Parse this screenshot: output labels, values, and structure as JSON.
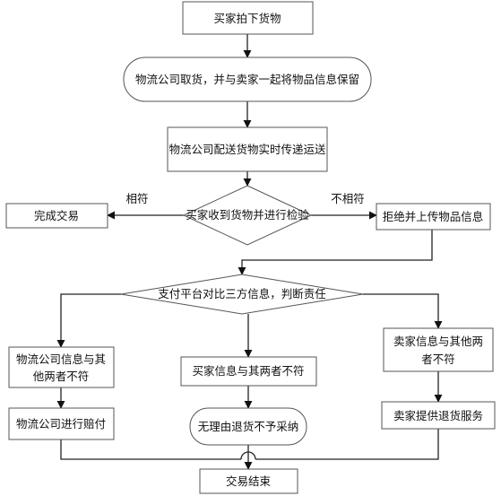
{
  "diagram": {
    "nodes": {
      "buyer_buy": "买家拍下货物",
      "pickup": "物流公司取货，并与卖家一起将物品信息保留",
      "deliver": "物流公司配送货物实时传递运送",
      "inspect": "买家收到货物并进行检验",
      "complete": "完成交易",
      "reject": "拒绝并上传物品信息",
      "judge": "支付平台对比三方信息，判断责任",
      "logistics_mismatch_1": "物流公司信息与其",
      "logistics_mismatch_2": "他两者不符",
      "buyer_mismatch": "买家信息与其两者不符",
      "seller_mismatch_1": "卖家信息与其他两",
      "seller_mismatch_2": "者不符",
      "logistics_compensate": "物流公司进行赔付",
      "no_reason_return": "无理由退货不予采纳",
      "seller_refund": "卖家提供退货服务",
      "end": "交易结束"
    },
    "edge_labels": {
      "match": "相符",
      "mismatch": "不相符"
    }
  }
}
